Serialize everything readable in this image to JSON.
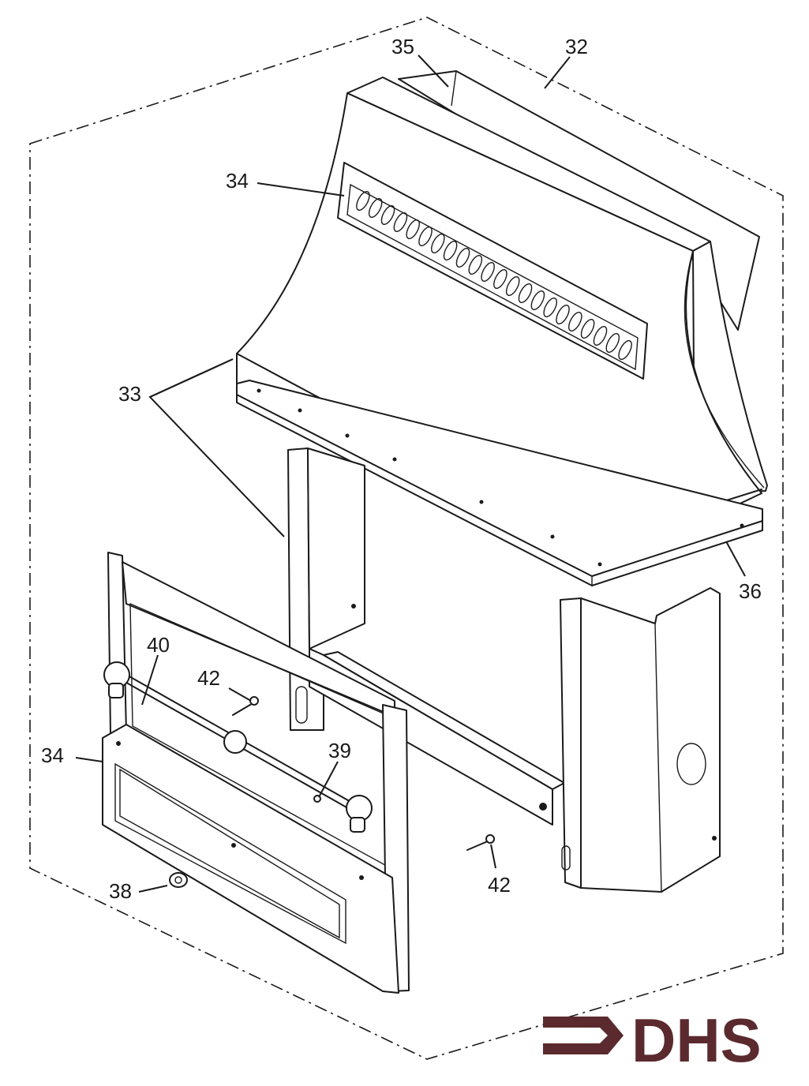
{
  "callouts": {
    "c32": "32",
    "c35": "35",
    "c34_top": "34",
    "c33": "33",
    "c36": "36",
    "c40": "40",
    "c42_left": "42",
    "c34_left": "34",
    "c39": "39",
    "c42_right": "42",
    "c38": "38"
  },
  "logo": {
    "text": "DHS",
    "color": "#5b2a2e"
  }
}
